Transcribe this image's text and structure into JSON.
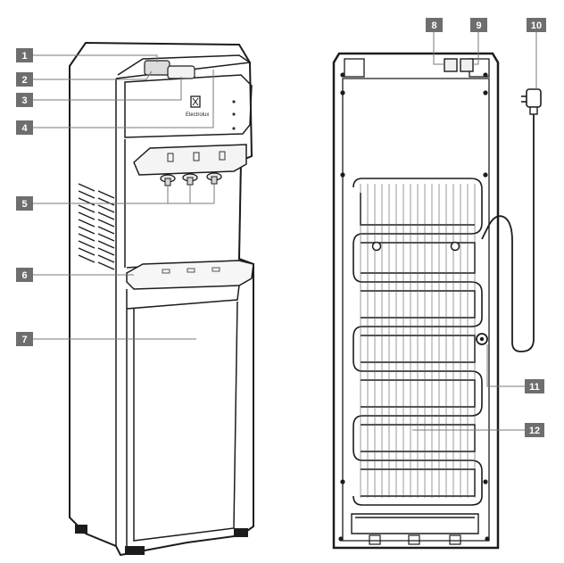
{
  "brand": "Electrolux",
  "callouts": [
    {
      "n": "1",
      "part": "top-cover"
    },
    {
      "n": "2",
      "part": "bottle-lid-button"
    },
    {
      "n": "3",
      "part": "top-compartment"
    },
    {
      "n": "4",
      "part": "control-panel"
    },
    {
      "n": "5",
      "part": "dispenser-taps"
    },
    {
      "n": "6",
      "part": "drip-tray"
    },
    {
      "n": "7",
      "part": "cabinet-door"
    },
    {
      "n": "8",
      "part": "rear-switch-left"
    },
    {
      "n": "9",
      "part": "rear-switch-right"
    },
    {
      "n": "10",
      "part": "power-plug"
    },
    {
      "n": "11",
      "part": "drain-plug"
    },
    {
      "n": "12",
      "part": "condenser-coil"
    }
  ],
  "colors": {
    "callout": "#6e6e6e",
    "line": "#1c1c1c",
    "leader": "#7a7a7a"
  }
}
